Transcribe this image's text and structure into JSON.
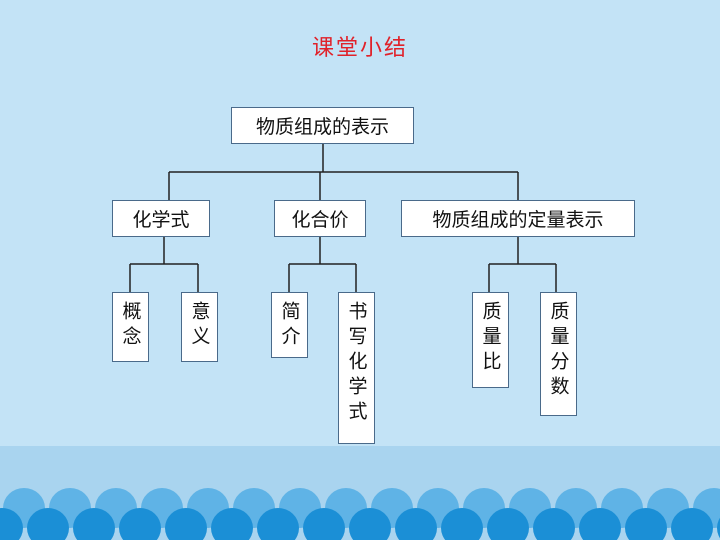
{
  "title": "课堂小结",
  "root": "物质组成的表示",
  "branches": [
    {
      "label": "化学式",
      "children": [
        "概念",
        "意义"
      ]
    },
    {
      "label": "化合价",
      "children": [
        "简介",
        "书写化学式"
      ]
    },
    {
      "label": "物质组成的定量表示",
      "children": [
        "质量比",
        "质量分数"
      ]
    }
  ],
  "colors": {
    "background": "#c3e3f6",
    "title": "#e0222a",
    "floor": "#a9d4ef",
    "bubble": "#1b8fd6",
    "bubble_back": "#5fb3e6",
    "lines": "#222222"
  }
}
